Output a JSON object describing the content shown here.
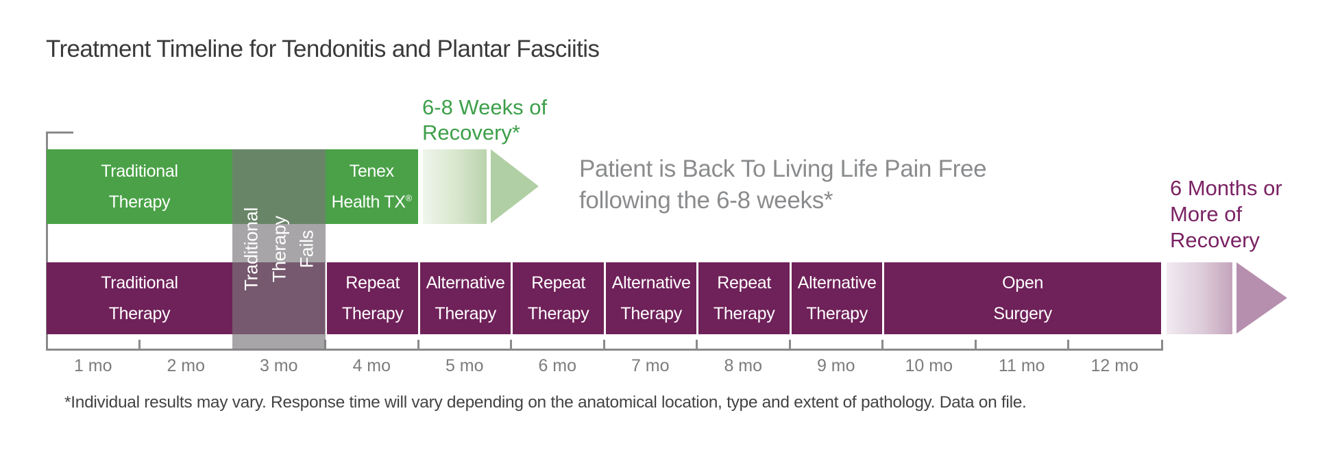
{
  "header": {
    "title": "Treatment Timeline for Tendonitis and Plantar Fasciitis"
  },
  "green_path": {
    "recovery_heading": "6-8 Weeks of\nRecovery*",
    "traditional_label": "Traditional\nTherapy",
    "tenex_label": "Tenex\nHealth TX",
    "tenex_trademark": "®",
    "outcome_message": "Patient is Back To Living Life Pain Free\nfollowing the 6-8 weeks*"
  },
  "fails_band_label": "Traditional\nTherapy Fails",
  "purple_path": {
    "recovery_heading": "6 Months or\nMore of\nRecovery",
    "segments": [
      {
        "label": "Traditional\nTherapy",
        "months": "1-2"
      },
      {
        "label": "Repeat\nTherapy",
        "months": "4"
      },
      {
        "label": "Alternative\nTherapy",
        "months": "5"
      },
      {
        "label": "Repeat\nTherapy",
        "months": "6"
      },
      {
        "label": "Alternative\nTherapy",
        "months": "7"
      },
      {
        "label": "Repeat\nTherapy",
        "months": "8"
      },
      {
        "label": "Alternative\nTherapy",
        "months": "9"
      },
      {
        "label": "Open\nSurgery",
        "months": "10-12"
      }
    ]
  },
  "axis": {
    "month_labels": [
      "1 mo",
      "2 mo",
      "3 mo",
      "4 mo",
      "5 mo",
      "6 mo",
      "7 mo",
      "8 mo",
      "9 mo",
      "10 mo",
      "11 mo",
      "12 mo"
    ]
  },
  "footnote": "*Individual results may vary.  Response time will vary depending on the anatomical location, type and extent of pathology.  Data on file.",
  "colors": {
    "green_bar": "#4aa147",
    "green_text": "#3d9f4a",
    "purple_bar": "#6f2159",
    "purple_text": "#7a2263",
    "gray_band": "#7a767a",
    "axis_gray": "#8a8a8a",
    "muted_text": "#8a8b8d"
  }
}
